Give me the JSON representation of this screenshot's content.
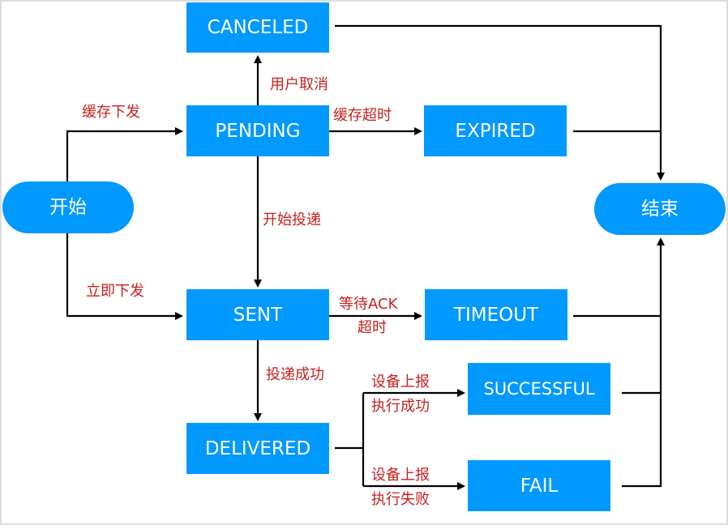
{
  "nodes": {
    "start": "开始",
    "end": "结束",
    "canceled": "CANCELED",
    "pending": "PENDING",
    "expired": "EXPIRED",
    "sent": "SENT",
    "timeout": "TIMEOUT",
    "delivered": "DELIVERED",
    "successful": "SUCCESSFUL",
    "fail": "FAIL"
  },
  "edges": {
    "start_to_pending": "缓存下发",
    "start_to_sent": "立即下发",
    "pending_to_canceled": "用户取消",
    "pending_to_expired": "缓存超时",
    "pending_to_sent": "开始投递",
    "sent_to_timeout_1": "等待ACK",
    "sent_to_timeout_2": "超时",
    "sent_to_delivered": "投递成功",
    "delivered_to_successful_1": "设备上报",
    "delivered_to_successful_2": "执行成功",
    "delivered_to_fail_1": "设备上报",
    "delivered_to_fail_2": "执行失败"
  },
  "colors": {
    "node": "#0099ff",
    "label": "#c8201e",
    "line": "#000000"
  }
}
